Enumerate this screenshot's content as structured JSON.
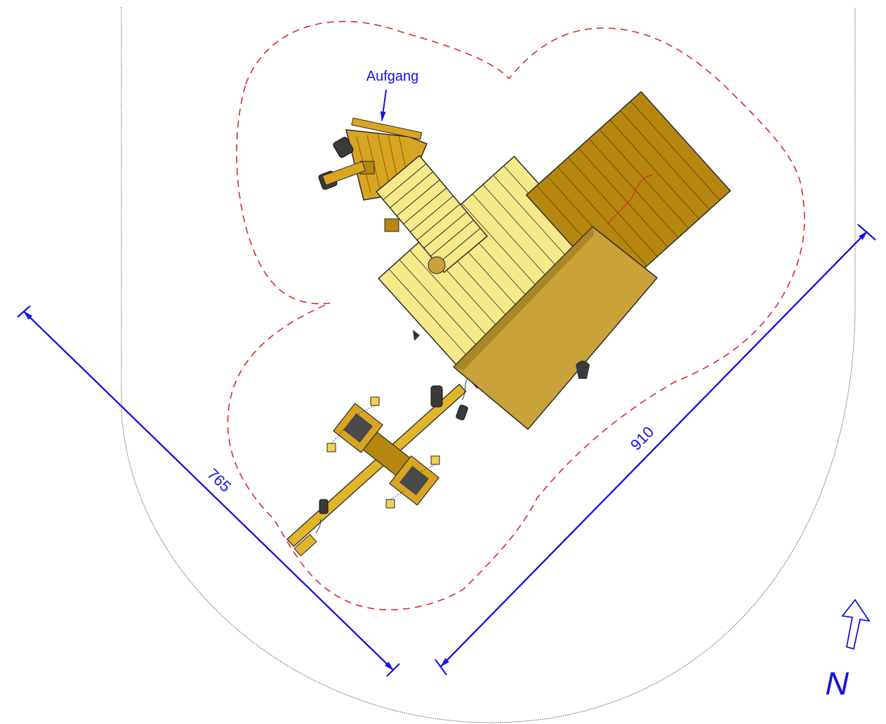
{
  "labels": {
    "entrance": "Aufgang",
    "dimension_long": "910",
    "dimension_short": "765",
    "north": "N"
  },
  "colors": {
    "dimension": "#1414e6",
    "safety_zone": "#e0262b",
    "boundary": "#555555",
    "wood_light": "#f6e98a",
    "wood_mid": "#d9a521",
    "wood_dark": "#b7860f",
    "roof": "#c9a23a",
    "outline": "#2a2a2a",
    "rubber": "#3a3a3a"
  },
  "icons": {
    "north_arrow": "north-arrow-icon"
  }
}
